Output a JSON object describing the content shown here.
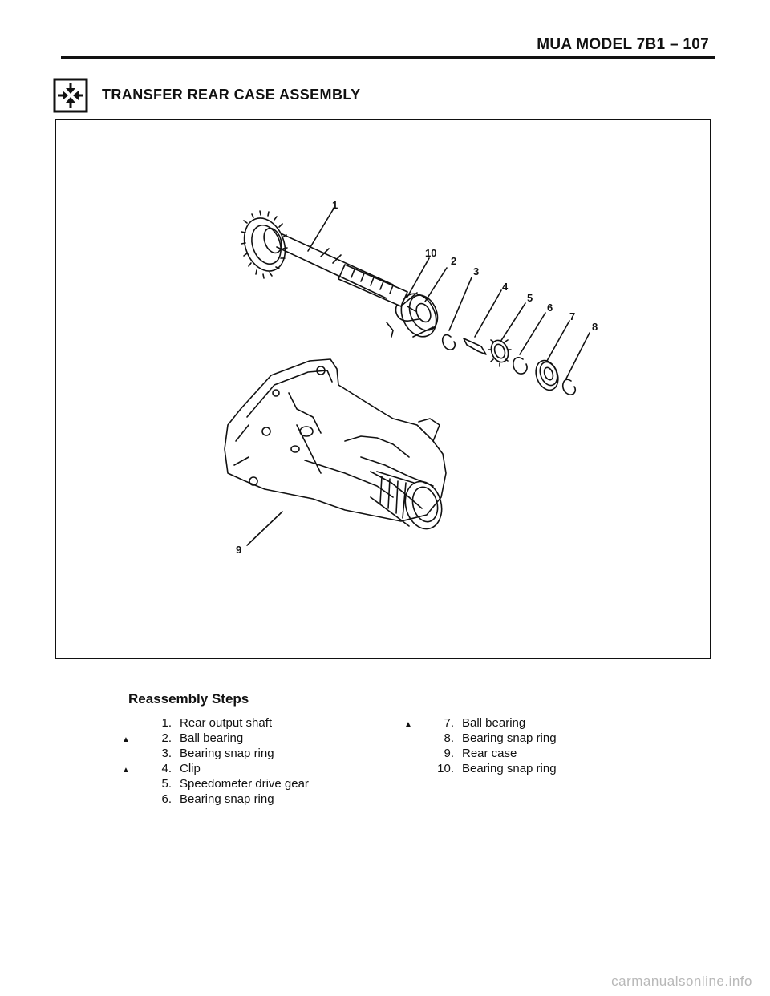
{
  "header": {
    "running_title": "MUA MODEL  7B1 – 107"
  },
  "section": {
    "icon": "reassembly-arrows-icon",
    "title": "TRANSFER REAR CASE ASSEMBLY"
  },
  "figure": {
    "callouts": [
      "1",
      "10",
      "2",
      "3",
      "4",
      "5",
      "6",
      "7",
      "8",
      "9"
    ]
  },
  "steps": {
    "title": "Reassembly Steps",
    "left": [
      {
        "mark": "",
        "num": "1.",
        "text": "Rear output shaft"
      },
      {
        "mark": "▲",
        "num": "2.",
        "text": "Ball bearing"
      },
      {
        "mark": "",
        "num": "3.",
        "text": "Bearing snap ring"
      },
      {
        "mark": "▲",
        "num": "4.",
        "text": "Clip"
      },
      {
        "mark": "",
        "num": "5.",
        "text": "Speedometer drive gear"
      },
      {
        "mark": "",
        "num": "6.",
        "text": "Bearing snap ring"
      }
    ],
    "right": [
      {
        "mark": "▲",
        "num": "7.",
        "text": "Ball bearing"
      },
      {
        "mark": "",
        "num": "8.",
        "text": "Bearing snap ring"
      },
      {
        "mark": "",
        "num": "9.",
        "text": "Rear case"
      },
      {
        "mark": "",
        "num": "10.",
        "text": "Bearing snap ring"
      }
    ]
  },
  "footer": {
    "watermark": "carmanualsonline.info"
  }
}
